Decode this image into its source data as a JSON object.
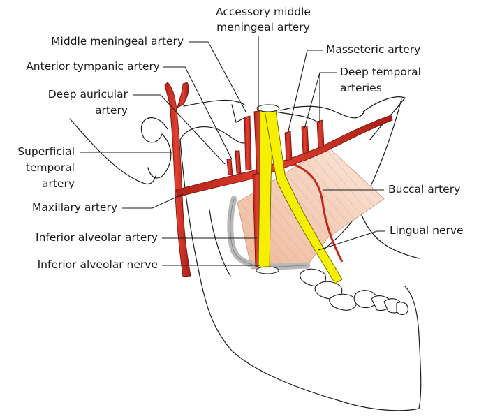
{
  "labels": {
    "accessory_middle_meningeal_line1": "Accessory middle",
    "accessory_middle_meningeal_line2": "meningeal artery",
    "middle_meningeal": "Middle meningeal artery",
    "anterior_tympanic": "Anterior tympanic artery",
    "deep_auricular_line1": "Deep auricular",
    "deep_auricular_line2": "artery",
    "superficial_temporal_line1": "Superficial",
    "superficial_temporal_line2": "temporal",
    "superficial_temporal_line3": "artery",
    "maxillary": "Maxillary artery",
    "inferior_alveolar_artery": "Inferior alveolar artery",
    "inferior_alveolar_nerve": "Inferior alveolar nerve",
    "masseteric": "Masseteric artery",
    "deep_temporal_line1": "Deep temporal",
    "deep_temporal_line2": "arteries",
    "buccal": "Buccal artery",
    "lingual_nerve": "Lingual nerve"
  },
  "colors": {
    "artery": "#d32f23",
    "artery_dark": "#8f1a12",
    "nerve": "#f6f000",
    "muscle": "#f4cbb4",
    "bone_gray": "#cfcfcf",
    "line": "#1a1a1a"
  }
}
